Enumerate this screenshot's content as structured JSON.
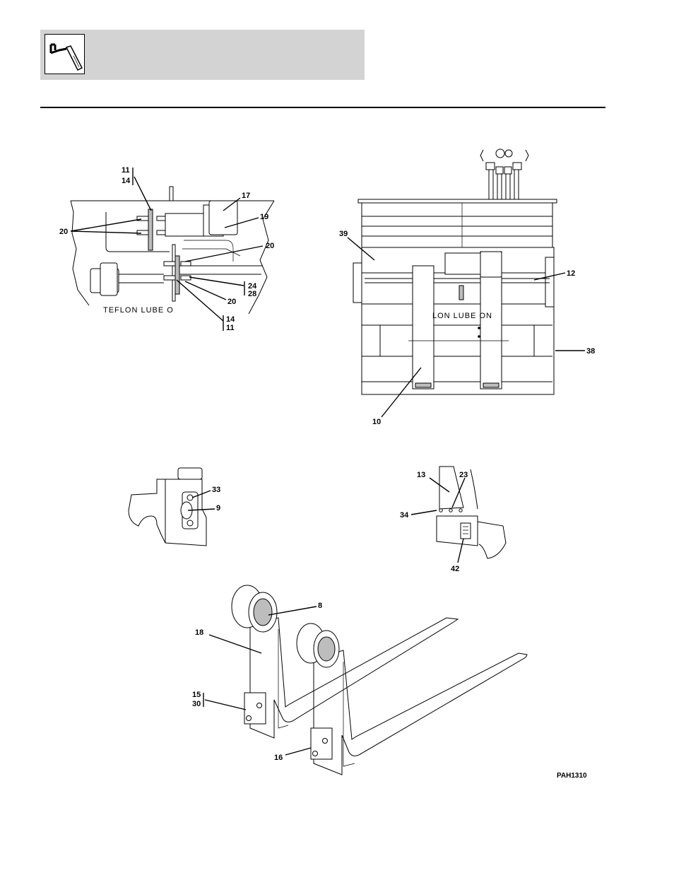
{
  "header": {
    "icon": "wrench-hand-icon"
  },
  "callouts": {
    "tl_11": "11",
    "tl_14": "14",
    "tl_17": "17",
    "tl_19": "19",
    "tl_20a": "20",
    "tl_20b": "20",
    "tl_24": "24",
    "tl_28": "28",
    "tl_20c": "20",
    "tl_14b": "14",
    "tl_11b": "11",
    "tr_39": "39",
    "tr_12": "12",
    "tr_38": "38",
    "tr_10": "10",
    "ml_33": "33",
    "ml_9": "9",
    "mr_13": "13",
    "mr_23": "23",
    "mr_34": "34",
    "mr_42": "42",
    "bf_8": "8",
    "bf_18": "18",
    "bf_15": "15",
    "bf_30": "30",
    "bf_16": "16"
  },
  "stencil": {
    "teflon_left": "TEFLON LUBE O",
    "teflon_right": "LON LUBE ON"
  },
  "figure_id": "PAH1310"
}
